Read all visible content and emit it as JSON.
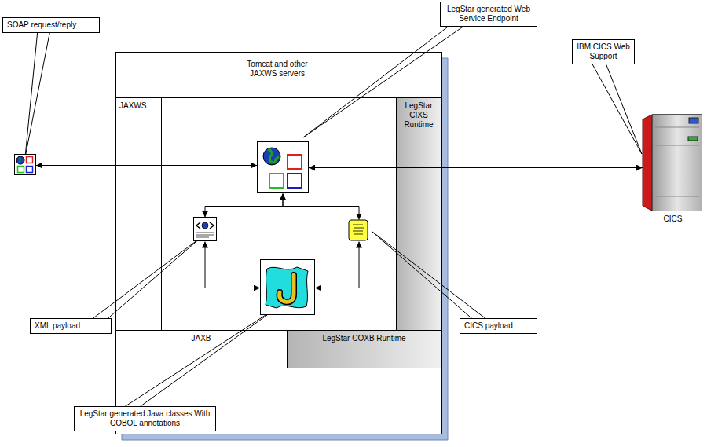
{
  "diagram": {
    "nodes": [
      {
        "text": [
          "SOAP request/reply"
        ]
      },
      {
        "text": [
          "Tomcat and other JAXWS servers"
        ]
      },
      {
        "text": [
          "JAXWS"
        ],
        "in": 1
      },
      {
        "text": [
          "LegStar generated Web Service Endpoint"
        ],
        "in": 1
      },
      {
        "text": [
          "LegStar CIXS Runtime"
        ],
        "in": 1
      },
      {
        "text": [
          "XML payload"
        ],
        "in": 1
      },
      {
        "text": [
          "CICS payload"
        ],
        "in": 1
      },
      {
        "text": [
          "LegStar generated Java classes With COBOL annotations"
        ],
        "in": 1
      },
      {
        "text": [
          "JAXB"
        ],
        "in": 1
      },
      {
        "text": [
          "LegStar COXB Runtime"
        ],
        "in": 1
      },
      {
        "text": [
          "CICS",
          "IBM CICS Web Support"
        ]
      }
    ],
    "edges": [
      {
        "from": 0,
        "to": 3,
        "arrow": "both"
      },
      {
        "from": 3,
        "to": 10,
        "arrow": "both"
      },
      {
        "from": 3,
        "to": 5,
        "arrow": "both"
      },
      {
        "from": 3,
        "to": 6,
        "arrow": "both"
      },
      {
        "from": 5,
        "to": 7,
        "arrow": "both"
      },
      {
        "from": 6,
        "to": 7,
        "arrow": "both"
      }
    ]
  }
}
